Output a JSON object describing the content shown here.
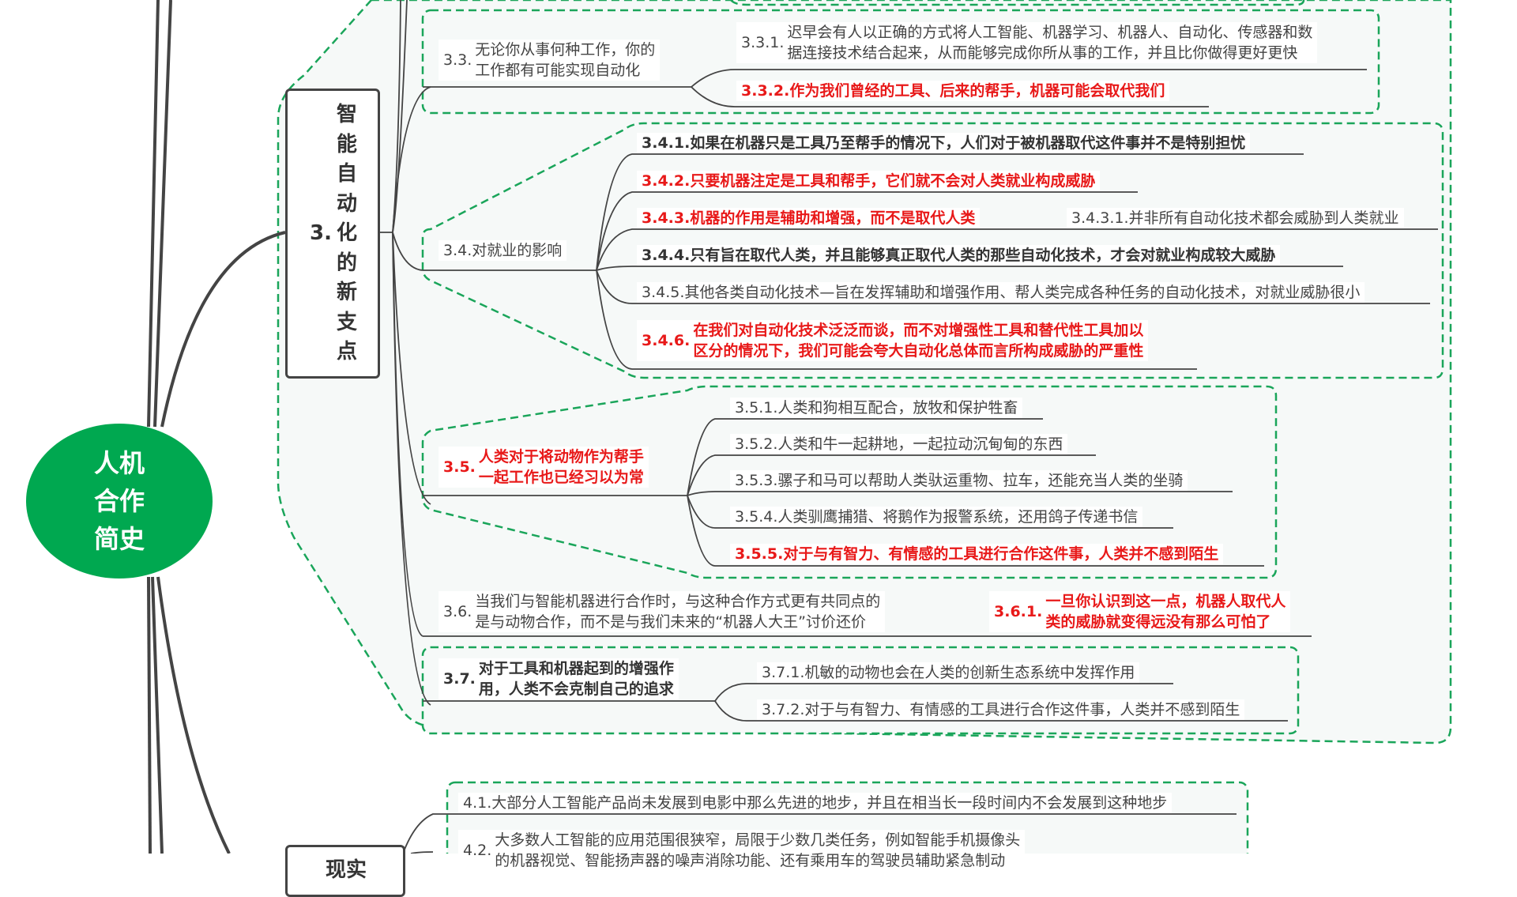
{
  "colors": {
    "root_fill": "#00a850",
    "dashed_border": "#1aa55a",
    "group_fill": "#f6f9f8",
    "highlight_red": "#e81919",
    "text_dark": "#333333",
    "line": "#444444"
  },
  "root": {
    "label": "人机合作简史",
    "lines": [
      "人机",
      "合作",
      "简史"
    ]
  },
  "topic3": {
    "number": "3.",
    "title": "智能自动化的新支点",
    "chars": [
      "智",
      "能",
      "自",
      "动",
      "化",
      "的",
      "新",
      "支",
      "点"
    ],
    "children": [
      {
        "id": "3.3",
        "number": "3.3.",
        "text": "无论你从事何种工作，你的工作都有可能实现自动化",
        "lines": [
          "无论你从事何种工作，你的",
          "工作都有可能实现自动化"
        ],
        "children": [
          {
            "id": "3.3.1",
            "number": "3.3.1.",
            "lines": [
              "迟早会有人以正确的方式将人工智能、机器学习、机器人、自动化、传感器和数",
              "据连接技术结合起来，从而能够完成你所从事的工作，并且比你做得更好更快"
            ],
            "style": "normal"
          },
          {
            "id": "3.3.2",
            "number": "3.3.2.",
            "text": "作为我们曾经的工具、后来的帮手，机器可能会取代我们",
            "style": "red"
          }
        ]
      },
      {
        "id": "3.4",
        "number": "3.4.",
        "text": "对就业的影响",
        "children": [
          {
            "id": "3.4.1",
            "number": "3.4.1.",
            "text": "如果在机器只是工具乃至帮手的情况下，人们对于被机器取代这件事并不是特别担忧",
            "style": "bold"
          },
          {
            "id": "3.4.2",
            "number": "3.4.2.",
            "text": "只要机器注定是工具和帮手，它们就不会对人类就业构成威胁",
            "style": "red"
          },
          {
            "id": "3.4.3",
            "number": "3.4.3.",
            "text": "机器的作用是辅助和增强，而不是取代人类",
            "style": "red",
            "children": [
              {
                "id": "3.4.3.1",
                "number": "3.4.3.1.",
                "text": "并非所有自动化技术都会威胁到人类就业",
                "style": "normal"
              }
            ]
          },
          {
            "id": "3.4.4",
            "number": "3.4.4.",
            "text": "只有旨在取代人类，并且能够真正取代人类的那些自动化技术，才会对就业构成较大威胁",
            "style": "bold"
          },
          {
            "id": "3.4.5",
            "number": "3.4.5.",
            "text": "其他各类自动化技术—旨在发挥辅助和增强作用、帮人类完成各种任务的自动化技术，对就业威胁很小",
            "style": "normal"
          },
          {
            "id": "3.4.6",
            "number": "3.4.6.",
            "lines": [
              "在我们对自动化技术泛泛而谈，而不对增强性工具和替代性工具加以",
              "区分的情况下，我们可能会夸大自动化总体而言所构成威胁的严重性"
            ],
            "style": "red"
          }
        ]
      },
      {
        "id": "3.5",
        "number": "3.5.",
        "lines": [
          "人类对于将动物作为帮手",
          "一起工作也已经习以为常"
        ],
        "style": "red",
        "children": [
          {
            "id": "3.5.1",
            "number": "3.5.1.",
            "text": "人类和狗相互配合，放牧和保护牲畜",
            "style": "normal"
          },
          {
            "id": "3.5.2",
            "number": "3.5.2.",
            "text": "人类和牛一起耕地，一起拉动沉甸甸的东西",
            "style": "normal"
          },
          {
            "id": "3.5.3",
            "number": "3.5.3.",
            "text": "骡子和马可以帮助人类驮运重物、拉车，还能充当人类的坐骑",
            "style": "normal"
          },
          {
            "id": "3.5.4",
            "number": "3.5.4.",
            "text": "人类驯鹰捕猎、将鹅作为报警系统，还用鸽子传递书信",
            "style": "normal"
          },
          {
            "id": "3.5.5",
            "number": "3.5.5.",
            "text": "对于与有智力、有情感的工具进行合作这件事，人类并不感到陌生",
            "style": "red"
          }
        ]
      },
      {
        "id": "3.6",
        "number": "3.6.",
        "lines": [
          "当我们与智能机器进行合作时，与这种合作方式更有共同点的",
          "是与动物合作，而不是与我们未来的“机器人大王”讨价还价"
        ],
        "style": "normal",
        "children": [
          {
            "id": "3.6.1",
            "number": "3.6.1.",
            "lines": [
              "一旦你认识到这一点，机器人取代人",
              "类的威胁就变得远没有那么可怕了"
            ],
            "style": "red"
          }
        ]
      },
      {
        "id": "3.7",
        "number": "3.7.",
        "lines": [
          "对于工具和机器起到的增强作",
          "用，人类不会克制自己的追求"
        ],
        "style": "bold",
        "children": [
          {
            "id": "3.7.1",
            "number": "3.7.1.",
            "text": "机敏的动物也会在人类的创新生态系统中发挥作用",
            "style": "normal"
          },
          {
            "id": "3.7.2",
            "number": "3.7.2.",
            "text": "对于与有智力、有情感的工具进行合作这件事，人类并不感到陌生",
            "style": "normal"
          }
        ]
      }
    ]
  },
  "topic4": {
    "title_partial": "现实",
    "children": [
      {
        "id": "4.1",
        "number": "4.1.",
        "text": "大部分人工智能产品尚未发展到电影中那么先进的地步，并且在相当长一段时间内不会发展到这种地步",
        "style": "normal"
      },
      {
        "id": "4.2",
        "number": "4.2.",
        "lines": [
          "大多数人工智能的应用范围很狭窄，局限于少数几类任务，例如智能手机摄像头",
          "的机器视觉、智能扬声器的噪声消除功能、还有乘用车的驾驶员辅助紧急制动"
        ],
        "style": "normal"
      }
    ]
  }
}
